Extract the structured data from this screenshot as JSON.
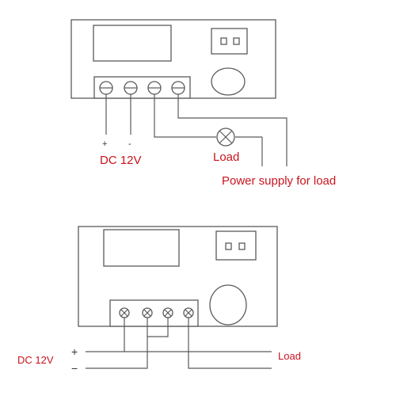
{
  "top_diagram": {
    "plus_sign": "+",
    "minus_sign": "-",
    "dc_label": "DC 12V",
    "load_label": "Load",
    "power_label": "Power supply for load"
  },
  "bottom_diagram": {
    "dc_label": "DC 12V",
    "plus_sign": "+",
    "minus_sign": "−",
    "load_label": "Load"
  },
  "colors": {
    "label_red": "#c8141e",
    "label_dark": "#333333",
    "line": "#5a5a5a"
  }
}
